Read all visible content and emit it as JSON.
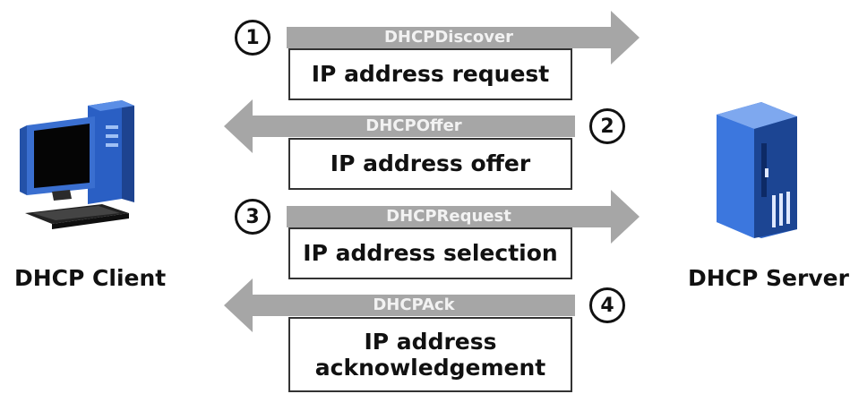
{
  "nodes": {
    "client_label": "DHCP Client",
    "server_label": "DHCP Server"
  },
  "steps": [
    {
      "number": "1",
      "message": "DHCPDiscover",
      "description": "IP address request",
      "direction": "to-server"
    },
    {
      "number": "2",
      "message": "DHCPOffer",
      "description": "IP address offer",
      "direction": "to-client"
    },
    {
      "number": "3",
      "message": "DHCPRequest",
      "description": "IP address selection",
      "direction": "to-server"
    },
    {
      "number": "4",
      "message": "DHCPAck",
      "description": "IP address acknowledgement",
      "direction": "to-client"
    }
  ],
  "colors": {
    "arrow": "#a6a6a6",
    "arrow_text": "#f2f2f2",
    "monitor": "#2f64c8",
    "tower": "#2f6fd6"
  },
  "icons": {
    "client": "desktop-computer-icon",
    "server": "server-tower-icon"
  }
}
